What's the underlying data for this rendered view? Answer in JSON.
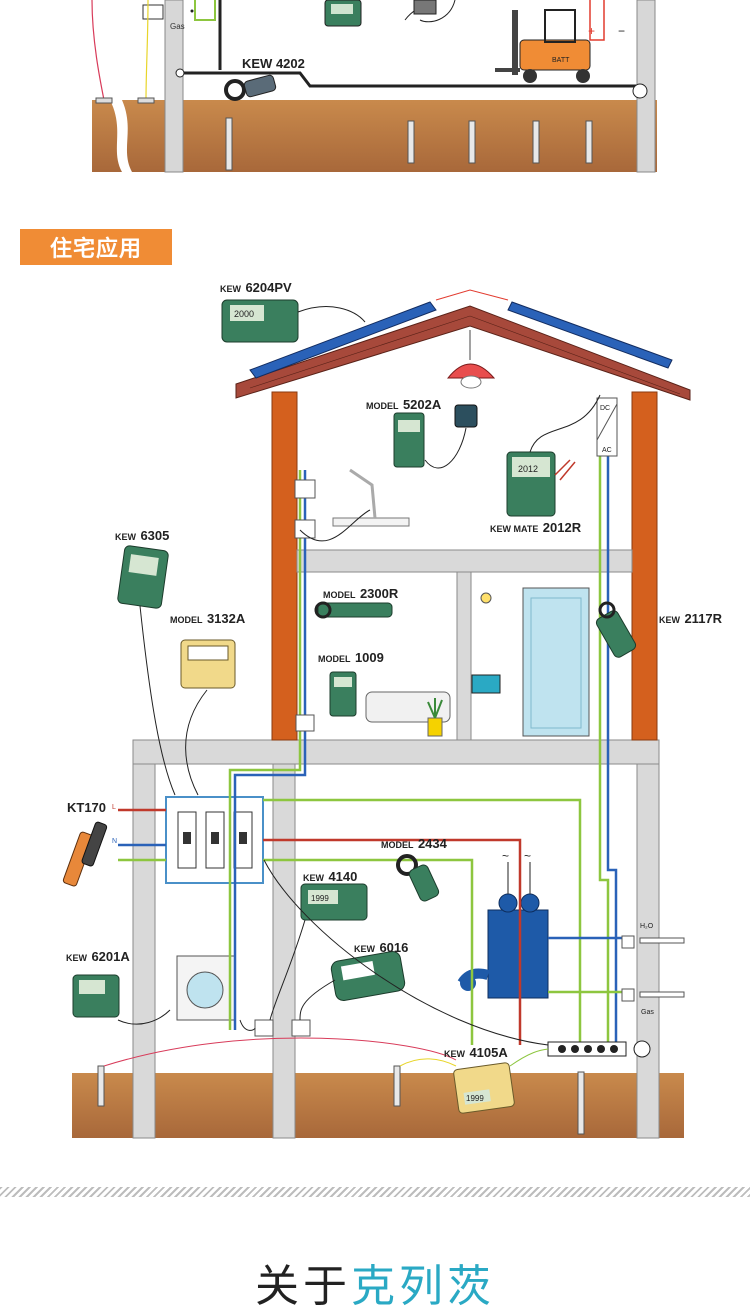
{
  "section_title": "住宅应用",
  "about": {
    "prefix": "关于",
    "brand": "克列茨"
  },
  "top_labels": {
    "gas": "Gas",
    "kew4202": "KEW 4202",
    "batt": "BATT",
    "plus": "+",
    "minus": "−"
  },
  "labels": {
    "kew6204pv": {
      "pre": "KEW",
      "num": "6204PV"
    },
    "model5202a": {
      "pre": "MODEL",
      "num": "5202A"
    },
    "kewmate2012r": {
      "pre": "KEW MATE",
      "num": "2012R"
    },
    "kew6305": {
      "pre": "KEW",
      "num": "6305"
    },
    "model3132a": {
      "pre": "MODEL",
      "num": "3132A"
    },
    "model2300r": {
      "pre": "MODEL",
      "num": "2300R"
    },
    "model1009": {
      "pre": "MODEL",
      "num": "1009"
    },
    "kew2117r": {
      "pre": "KEW",
      "num": "2117R"
    },
    "kt170": {
      "pre": "",
      "num": "KT170"
    },
    "model2434": {
      "pre": "MODEL",
      "num": "2434"
    },
    "kew4140": {
      "pre": "KEW",
      "num": "4140"
    },
    "kew6016": {
      "pre": "KEW",
      "num": "6016"
    },
    "kew6201a": {
      "pre": "KEW",
      "num": "6201A"
    },
    "kew4105a": {
      "pre": "KEW",
      "num": "4105A"
    }
  },
  "small_text": {
    "dc": "DC",
    "ac": "AC",
    "l": "L",
    "n": "N",
    "h2o": "H₂O",
    "gas": "Gas",
    "lcd_6204pv": "2000",
    "lcd_2012r": "2012",
    "lcd_4140": "1999",
    "lcd_4105a": "1999"
  },
  "colors": {
    "accent_orange": "#f08c35",
    "roof": "#a7493b",
    "wall_post": "#d4601e",
    "solar": "#2a62b8",
    "earth": "#b8763f",
    "wire_green": "#8dc63f",
    "wire_blue": "#2a62b8",
    "wire_red": "#c0392b",
    "about_accent": "#2aa9c4"
  }
}
